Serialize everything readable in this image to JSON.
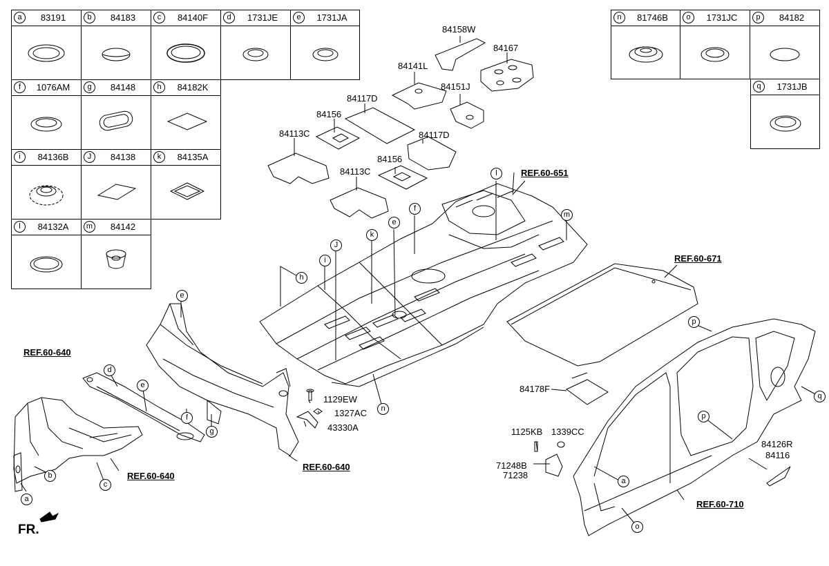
{
  "parts_table_left": [
    {
      "letter": "a",
      "part": "83191"
    },
    {
      "letter": "b",
      "part": "84183"
    },
    {
      "letter": "c",
      "part": "84140F"
    },
    {
      "letter": "d",
      "part": "1731JE"
    },
    {
      "letter": "e",
      "part": "1731JA"
    },
    {
      "letter": "f",
      "part": "1076AM"
    },
    {
      "letter": "g",
      "part": "84148"
    },
    {
      "letter": "h",
      "part": "84182K"
    },
    {
      "letter": "i",
      "part": "84136B"
    },
    {
      "letter": "J",
      "part": "84138"
    },
    {
      "letter": "k",
      "part": "84135A"
    },
    {
      "letter": "l",
      "part": "84132A"
    },
    {
      "letter": "m",
      "part": "84142"
    }
  ],
  "parts_table_right": [
    {
      "letter": "n",
      "part": "81746B"
    },
    {
      "letter": "o",
      "part": "1731JC"
    },
    {
      "letter": "p",
      "part": "84182"
    },
    {
      "letter": "q",
      "part": "1731JB"
    }
  ],
  "part_labels": {
    "p84158W": "84158W",
    "p84167": "84167",
    "p84141L": "84141L",
    "p84151J": "84151J",
    "p84117D_a": "84117D",
    "p84156_a": "84156",
    "p84117D_b": "84117D",
    "p84113C_a": "84113C",
    "p84156_b": "84156",
    "p84113C_b": "84113C",
    "p1129EW": "1129EW",
    "p1327AC": "1327AC",
    "p43330A": "43330A",
    "p84178F": "84178F",
    "p1125KB": "1125KB",
    "p1339CC": "1339CC",
    "p71248B": "71248B",
    "p71238": "71238",
    "p84126R": "84126R",
    "p84116": "84116"
  },
  "references": {
    "r651": "REF.60-651",
    "r671": "REF.60-671",
    "r640a": "REF.60-640",
    "r640b": "REF.60-640",
    "r640c": "REF.60-640",
    "r710": "REF.60-710"
  },
  "callouts": {
    "e1": "e",
    "l1": "l",
    "m1": "m",
    "f1": "f",
    "k1": "k",
    "e2": "e",
    "J1": "J",
    "i1": "i",
    "h1": "h",
    "n1": "n",
    "d1": "d",
    "e3": "e",
    "f2": "f",
    "g1": "g",
    "b1": "b",
    "a1": "a",
    "c1": "c",
    "p1": "p",
    "p2": "p",
    "a2": "a",
    "o1": "o",
    "q1": "q"
  },
  "front_marker": "FR."
}
